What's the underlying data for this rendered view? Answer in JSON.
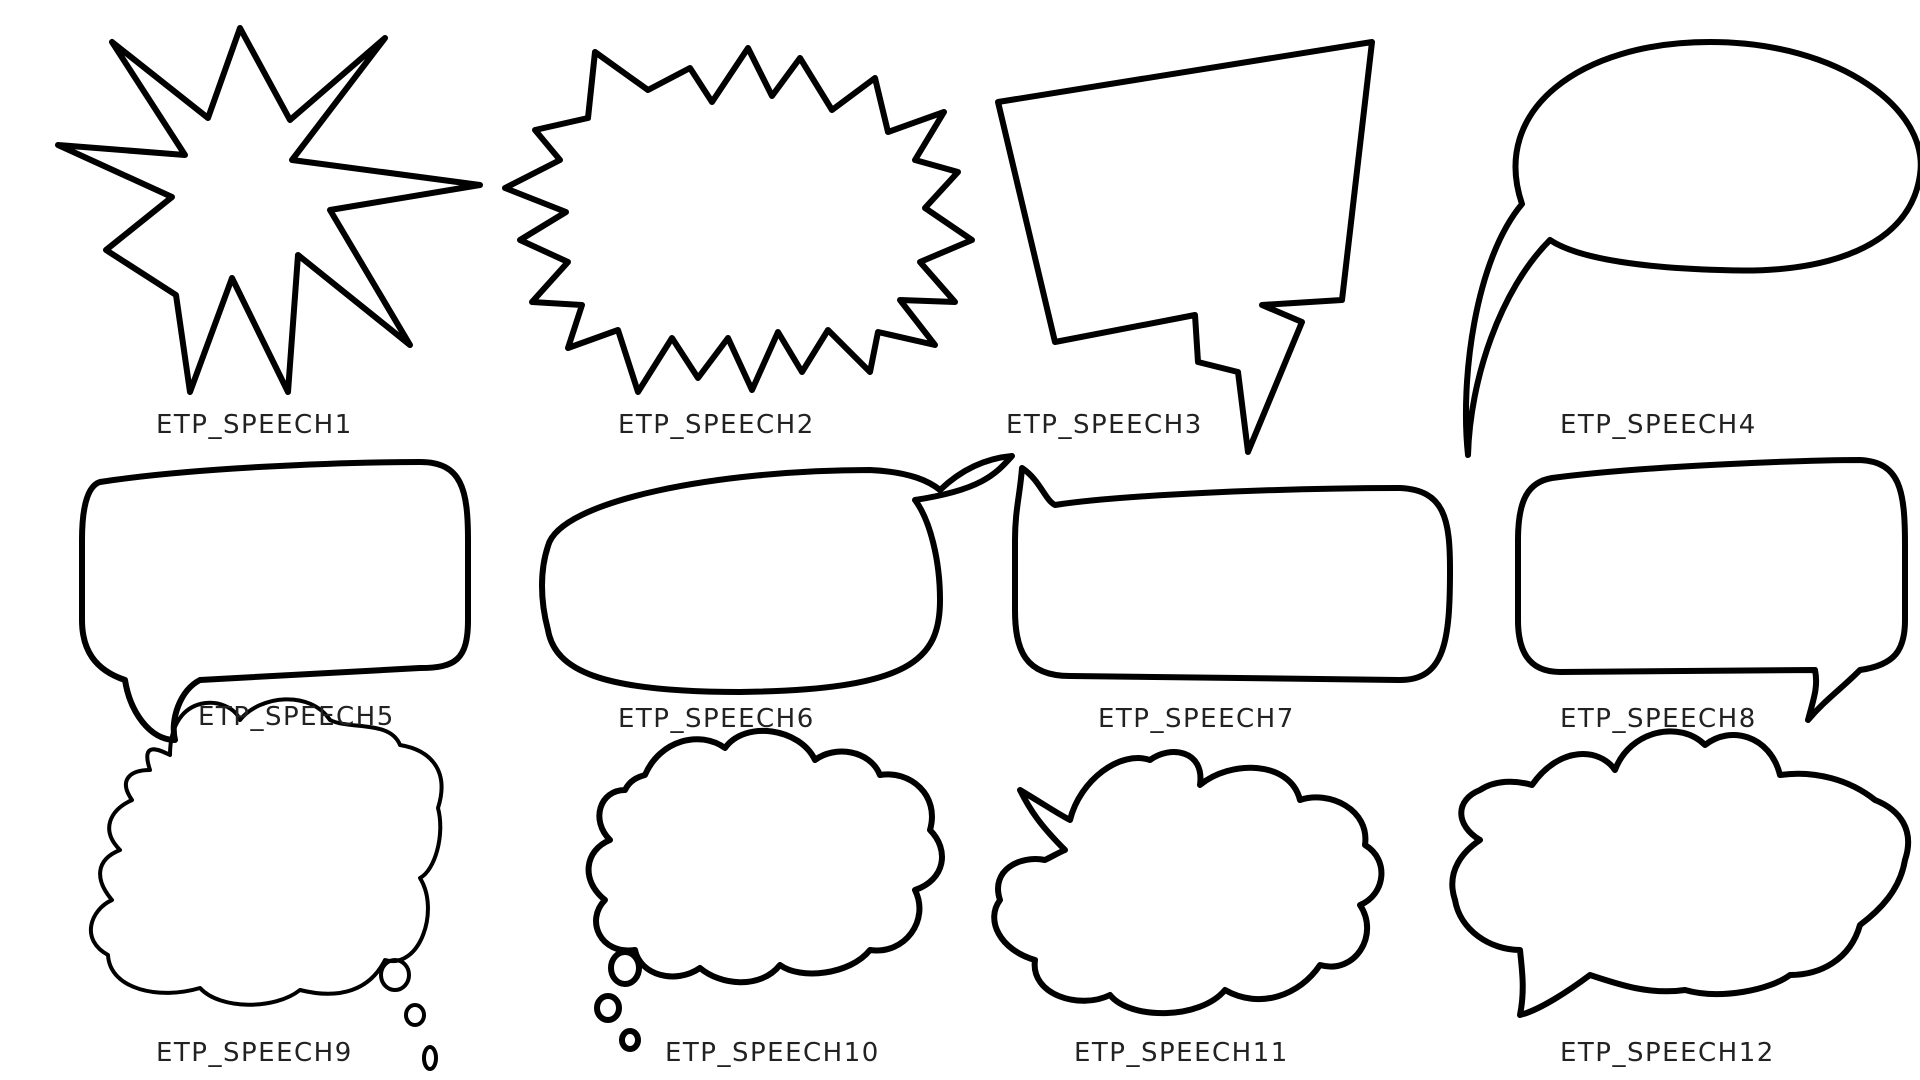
{
  "colors": {
    "background": "#ffffff",
    "stroke": "#000000",
    "label": "#222222"
  },
  "bubbles": [
    {
      "label": "ETP_SPEECH1",
      "icon": "spiky-starburst-icon"
    },
    {
      "label": "ETP_SPEECH2",
      "icon": "jagged-explosion-bubble-icon"
    },
    {
      "label": "ETP_SPEECH3",
      "icon": "angular-box-bubble-icon"
    },
    {
      "label": "ETP_SPEECH4",
      "icon": "oval-long-tail-bubble-icon"
    },
    {
      "label": "ETP_SPEECH5",
      "icon": "rounded-rect-bubble-bottom-left-tail-icon"
    },
    {
      "label": "ETP_SPEECH6",
      "icon": "rounded-bubble-top-right-tail-icon"
    },
    {
      "label": "ETP_SPEECH7",
      "icon": "rounded-rect-bubble-top-left-tail-icon"
    },
    {
      "label": "ETP_SPEECH8",
      "icon": "rounded-rect-bubble-bottom-right-tail-icon"
    },
    {
      "label": "ETP_SPEECH9",
      "icon": "thought-cloud-bottom-right-dots-icon"
    },
    {
      "label": "ETP_SPEECH10",
      "icon": "thought-cloud-bottom-left-dots-icon"
    },
    {
      "label": "ETP_SPEECH11",
      "icon": "cloud-bubble-left-spike-icon"
    },
    {
      "label": "ETP_SPEECH12",
      "icon": "cloud-bubble-bottom-spike-icon"
    }
  ]
}
